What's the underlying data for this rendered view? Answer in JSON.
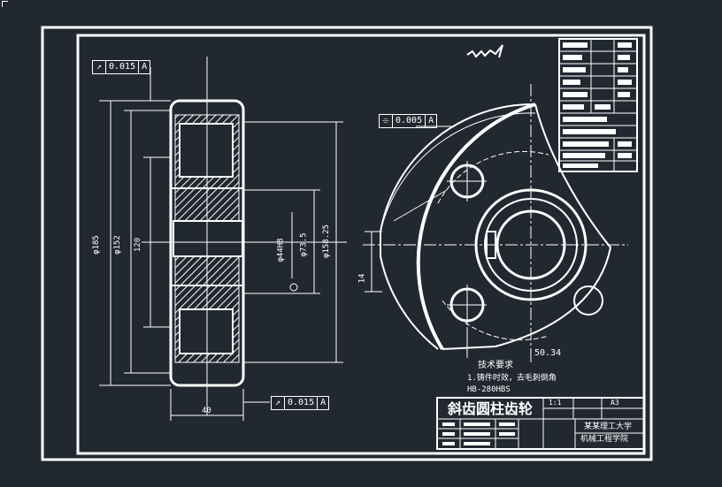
{
  "tolerances": {
    "runout_left": {
      "symbol": "↗",
      "value": "0.015",
      "datum": "A"
    },
    "flatness": {
      "symbol": "⌯",
      "value": "0.005",
      "datum": "A"
    },
    "runout_bottom": {
      "symbol": "↗",
      "value": "0.015",
      "datum": "A"
    }
  },
  "dimensions": {
    "od1": "φ185",
    "od2": "φ152",
    "d120": "120",
    "hub": "φ44H8",
    "d73": "φ73.5",
    "d158": "φ158.25",
    "width": "40",
    "right_chord": "50.34",
    "right_vertical": "14"
  },
  "notes": {
    "title": "技术要求",
    "line1": "1.铸件时效，去毛刺倒角",
    "line2": "HB-280HBS"
  },
  "title_block": {
    "name": "斜齿圆柱齿轮",
    "scale": "1:1",
    "sheet": "A3",
    "school": "某某理工大学",
    "dept": "机械工程学院"
  },
  "colors": {
    "background": "#212830",
    "ink": "#ffffff"
  }
}
